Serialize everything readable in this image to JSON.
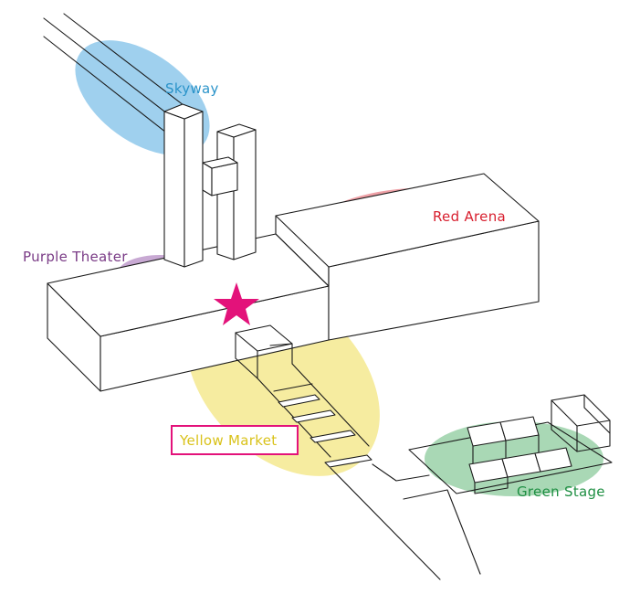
{
  "map": {
    "zones": [
      {
        "id": "skyway",
        "label": "Skyway",
        "color": "#2a93c9",
        "fill": "#9fd0ee"
      },
      {
        "id": "red-arena",
        "label": "Red Arena",
        "color": "#d8202f",
        "fill": "#eea0a6"
      },
      {
        "id": "purple-theater",
        "label": "Purple Theater",
        "color": "#7a3b86",
        "fill": "#c8a9d3"
      },
      {
        "id": "yellow-market",
        "label": "Yellow Market",
        "color": "#d9c21a",
        "fill": "#f6eca0",
        "highlight_border": "#e3127a"
      },
      {
        "id": "green-stage",
        "label": "Green Stage",
        "color": "#1f8f43",
        "fill": "#a9d8b5"
      }
    ],
    "current_location_marker": {
      "color": "#e3127a",
      "icon": "star-icon"
    }
  }
}
